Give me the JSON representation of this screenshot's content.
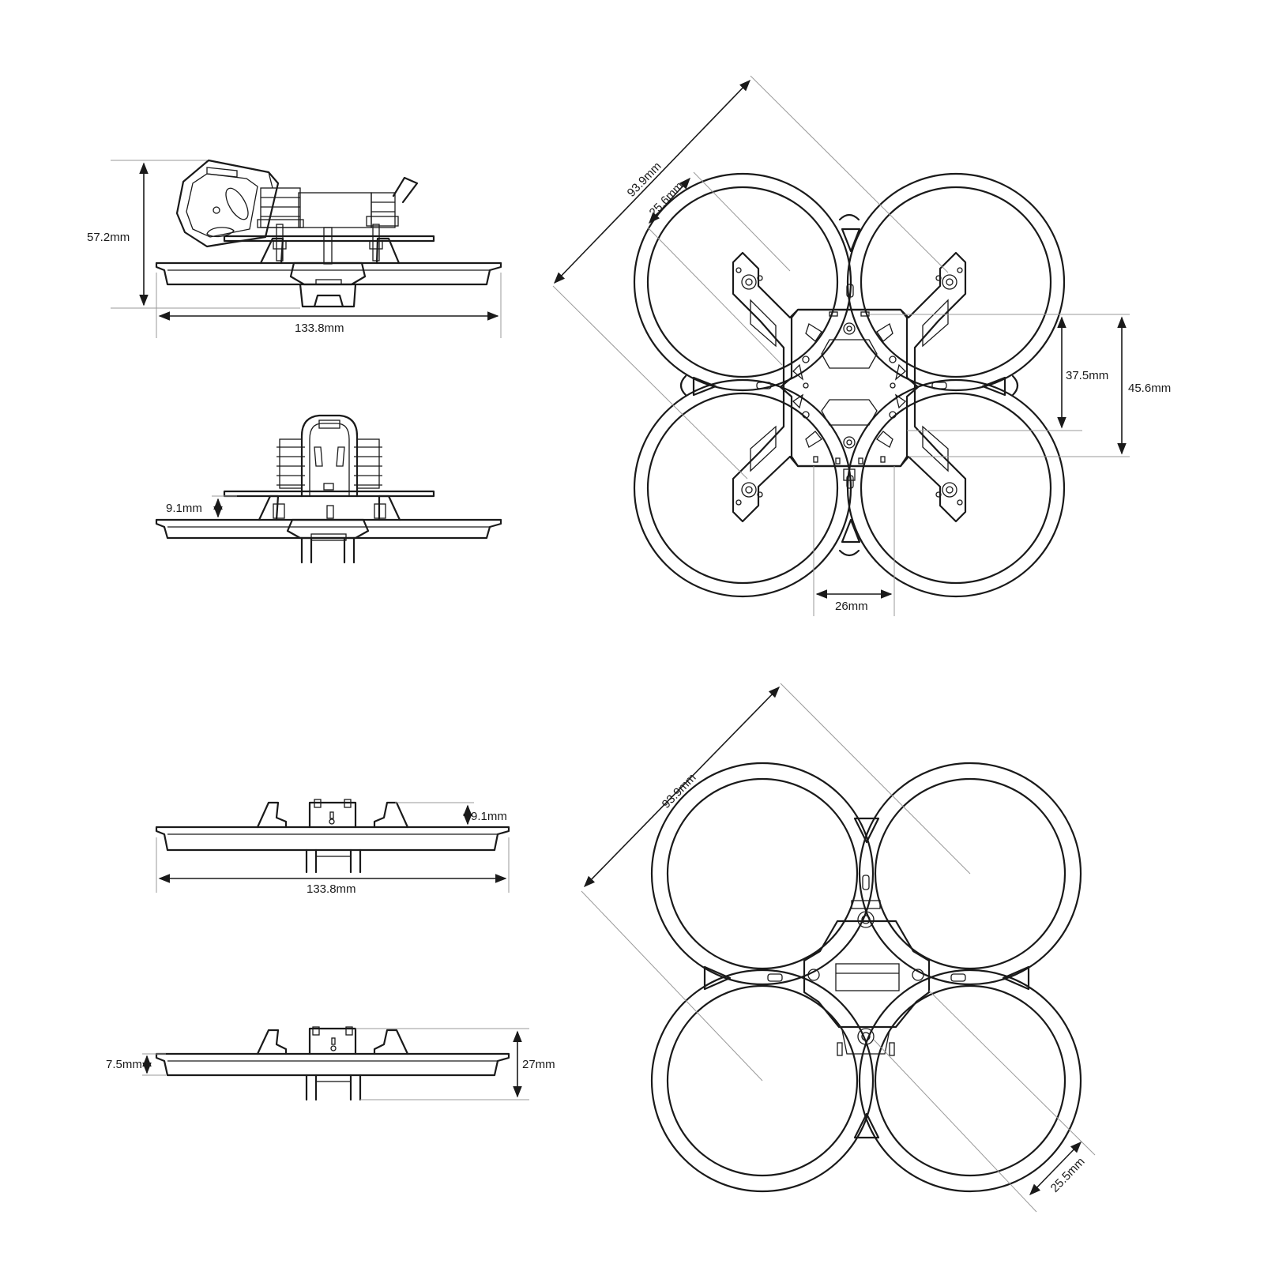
{
  "dimensions": {
    "side_height": "57.2mm",
    "side_width": "133.8mm",
    "front_clearance": "9.1mm",
    "top_diagonal": "93.9mm",
    "top_prop_diameter": "25.6mm",
    "top_mount_inner": "37.5mm",
    "top_mount_outer": "45.6mm",
    "top_width_26": "26mm",
    "guard_side_clearance": "9.1mm",
    "guard_side_width": "133.8mm",
    "guard_front_thickness": "7.5mm",
    "guard_front_height": "27mm",
    "bottom_diagonal": "93.9mm",
    "bottom_prop": "25.5mm"
  },
  "colors": {
    "line": "#1a1a1a",
    "extension": "#9a9a9a",
    "background": "#ffffff"
  }
}
